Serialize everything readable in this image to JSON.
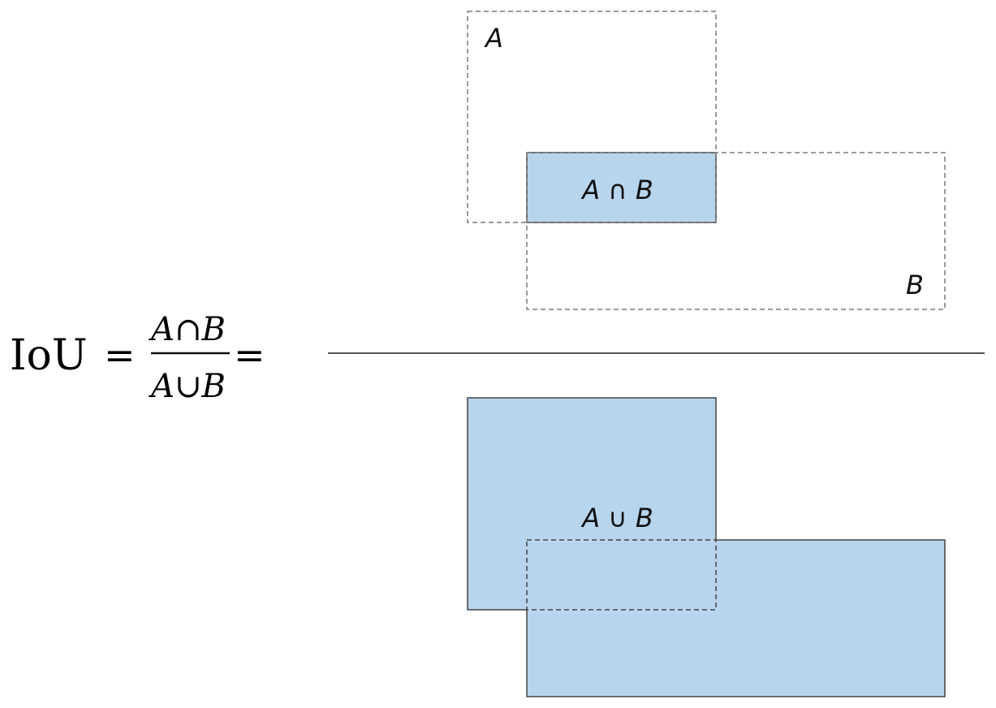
{
  "colors": {
    "fill": "#b8d5ee",
    "stroke_solid": "#444444",
    "stroke_dashed": "#7a7a7a",
    "fraction_bar": "#555555"
  },
  "formula": {
    "lhs": "IoU",
    "equals_1": "=",
    "numerator": "A∩B",
    "denominator": "A∪B",
    "equals_2": "="
  },
  "top_figure": {
    "label_a": "A",
    "label_b": "B",
    "label_intersection": "A ∩ B"
  },
  "bottom_figure": {
    "label_union": "A ∪ B"
  }
}
